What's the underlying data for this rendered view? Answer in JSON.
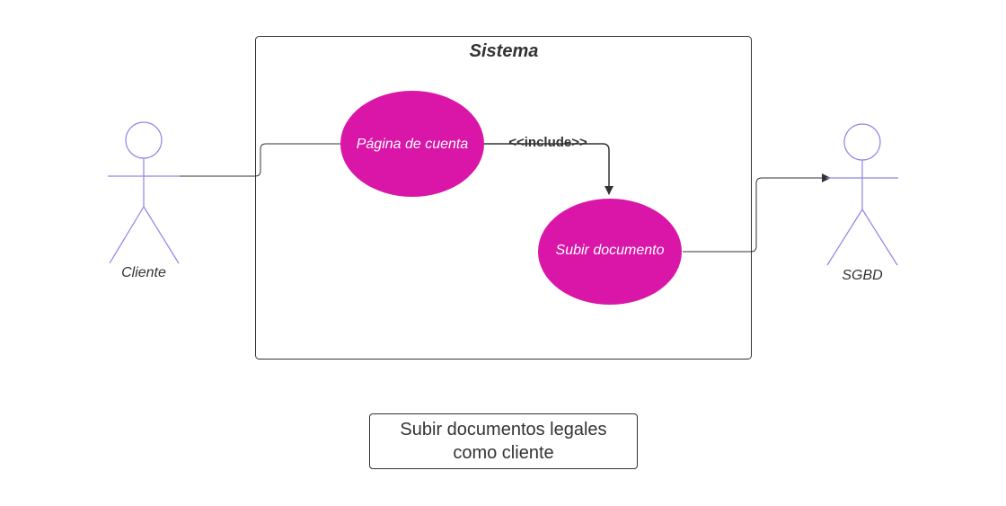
{
  "diagram": {
    "system": {
      "title": "Sistema"
    },
    "use_cases": [
      {
        "id": "pagina",
        "label": "Página de cuenta"
      },
      {
        "id": "subir",
        "label": "Subir documento"
      }
    ],
    "actors": [
      {
        "id": "cliente",
        "label": "Cliente"
      },
      {
        "id": "sgbd",
        "label": "SGBD"
      }
    ],
    "relations": [
      {
        "from": "cliente",
        "to": "pagina",
        "label": ""
      },
      {
        "from": "pagina",
        "to": "subir",
        "label": "<<include>>"
      },
      {
        "from": "subir",
        "to": "sgbd",
        "label": ""
      }
    ],
    "caption": {
      "line1": "Subir documentos legales",
      "line2": "como cliente"
    },
    "colors": {
      "use_case_fill": "#d916a8",
      "actor_stroke": "#8c86e6",
      "line": "#333333"
    }
  }
}
